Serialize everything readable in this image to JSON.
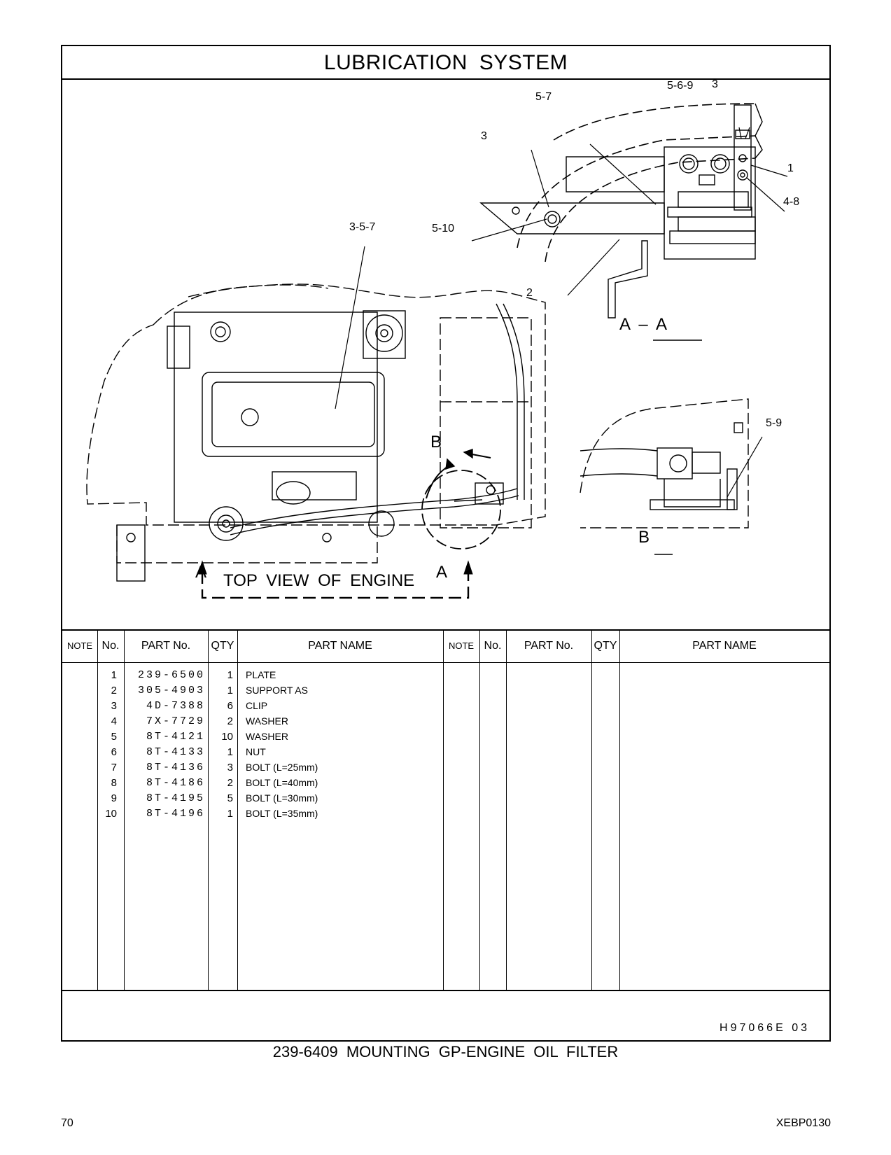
{
  "title": "LUBRICATION  SYSTEM",
  "drawing": {
    "callouts": [
      "5-6-9",
      "3",
      "5-7",
      "3",
      "1",
      "4-8",
      "3-5-7",
      "5-10",
      "2",
      "5-9"
    ],
    "section_label": "A – A",
    "detail_b_label": "B",
    "b_marker": "B",
    "arrow_a_left": "A",
    "arrow_a_right": "A",
    "top_view_label": "TOP  VIEW  OF  ENGINE"
  },
  "table": {
    "headers": {
      "note": "NOTE",
      "no": "No.",
      "part_no": "PART No.",
      "qty": "QTY",
      "part_name": "PART NAME"
    },
    "rows": [
      {
        "no": "1",
        "part_no": "239-6500",
        "qty": "1",
        "name": "PLATE"
      },
      {
        "no": "2",
        "part_no": "305-4903",
        "qty": "1",
        "name": "SUPPORT  AS"
      },
      {
        "no": "3",
        "part_no": "4D-7388",
        "qty": "6",
        "name": "CLIP"
      },
      {
        "no": "4",
        "part_no": "7X-7729",
        "qty": "2",
        "name": "WASHER"
      },
      {
        "no": "5",
        "part_no": "8T-4121",
        "qty": "10",
        "name": "WASHER"
      },
      {
        "no": "6",
        "part_no": "8T-4133",
        "qty": "1",
        "name": "NUT"
      },
      {
        "no": "7",
        "part_no": "8T-4136",
        "qty": "3",
        "name": "BOLT (L=25mm)"
      },
      {
        "no": "8",
        "part_no": "8T-4186",
        "qty": "2",
        "name": "BOLT (L=40mm)"
      },
      {
        "no": "9",
        "part_no": "8T-4195",
        "qty": "5",
        "name": "BOLT (L=30mm)"
      },
      {
        "no": "10",
        "part_no": "8T-4196",
        "qty": "1",
        "name": "BOLT (L=35mm)"
      }
    ]
  },
  "drawing_number": "H97066E   03",
  "caption": "239-6409  MOUNTING  GP-ENGINE  OIL  FILTER",
  "page_number": "70",
  "doc_code": "XEBP0130"
}
